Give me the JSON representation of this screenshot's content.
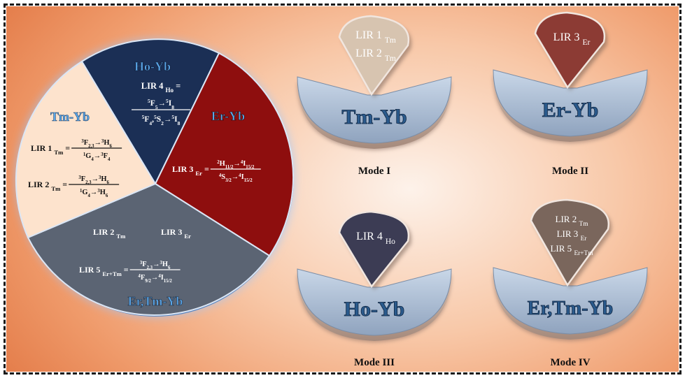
{
  "pie": {
    "segments": {
      "ho": {
        "title": "Ho-Yb",
        "formula": {
          "lir": "LIR 4",
          "sub": "Ho",
          "eq": "=",
          "num": [
            "5",
            "F",
            "5",
            "→",
            "5",
            "I",
            "8"
          ],
          "den": [
            "5",
            "F",
            "4",
            ",",
            "5",
            "S",
            "2",
            "→",
            "5",
            "I",
            "8"
          ]
        }
      },
      "er": {
        "title": "Er-Yb",
        "formula": {
          "lir": "LIR 3",
          "sub": "Er",
          "eq": "=",
          "num": [
            "2",
            "H",
            "11/2",
            "→",
            "4",
            "I",
            "15/2"
          ],
          "den": [
            "4",
            "S",
            "3/2",
            "→",
            "4",
            "I",
            "15/2"
          ]
        }
      },
      "tm": {
        "title": "Tm-Yb",
        "formula1": {
          "lir": "LIR 1",
          "sub": "Tm",
          "eq": "=",
          "num": [
            "3",
            "F",
            "2,3",
            "→",
            "3",
            "H",
            "6"
          ],
          "den": [
            "1",
            "G",
            "4",
            "→",
            "3",
            "F",
            "4"
          ]
        },
        "formula2": {
          "lir": "LIR 2",
          "sub": "Tm",
          "eq": "=",
          "num": [
            "3",
            "F",
            "2,3",
            "→",
            "3",
            "H",
            "6"
          ],
          "den": [
            "1",
            "G",
            "4",
            "→",
            "3",
            "H",
            "6"
          ]
        }
      },
      "ertm": {
        "title": "Er,Tm-Yb",
        "lir2": {
          "lir": "LIR 2",
          "sub": "Tm"
        },
        "lir3": {
          "lir": "LIR 3",
          "sub": "Er"
        },
        "formula": {
          "lir": "LIR 5",
          "sub": "Er+Tm",
          "eq": "=",
          "num": [
            "3",
            "F",
            "2,3",
            "→",
            "3",
            "H",
            "6"
          ],
          "den": [
            "4",
            "F",
            "9/2",
            "→",
            "4",
            "I",
            "15/2"
          ]
        }
      }
    }
  },
  "modes": [
    {
      "label": "Mode I",
      "base": "Tm-Yb",
      "lines": [
        {
          "lir": "LIR 1",
          "sub": "Tm"
        },
        {
          "lir": "LIR 2",
          "sub": "Tm"
        }
      ]
    },
    {
      "label": "Mode II",
      "base": "Er-Yb",
      "lines": [
        {
          "lir": "LIR 3",
          "sub": "Er"
        }
      ]
    },
    {
      "label": "Mode III",
      "base": "Ho-Yb",
      "lines": [
        {
          "lir": "LIR 4",
          "sub": "Ho"
        }
      ]
    },
    {
      "label": "Mode IV",
      "base": "Er,Tm-Yb",
      "lines": [
        {
          "lir": "LIR 2",
          "sub": "Tm"
        },
        {
          "lir": "LIR 3",
          "sub": "Er"
        },
        {
          "lir": "LIR 5",
          "sub": "Er+Tm"
        }
      ]
    }
  ],
  "colors": {
    "ho": "#1b2f55",
    "er": "#8e0e0e",
    "tm": "#fde3cd",
    "ertm": "#5b6473",
    "title_blue": "#4f9bd9",
    "tray": "#9fb3cc",
    "wedge1": "#d7c4b0",
    "wedge2": "#8c3b34",
    "wedge3": "#3c3c54",
    "wedge4": "#7a665c"
  }
}
